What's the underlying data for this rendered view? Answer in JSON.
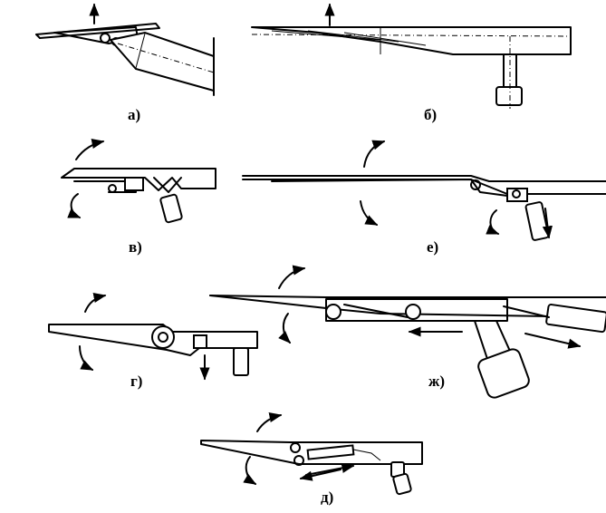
{
  "panels": [
    {
      "id": "a",
      "label": "а)"
    },
    {
      "id": "b",
      "label": "б)"
    },
    {
      "id": "v",
      "label": "в)"
    },
    {
      "id": "e",
      "label": "е)"
    },
    {
      "id": "g",
      "label": "г)"
    },
    {
      "id": "zh",
      "label": "ж)"
    },
    {
      "id": "d",
      "label": "д)"
    }
  ],
  "colors": {
    "ink": "#000000",
    "paper": "#ffffff"
  }
}
